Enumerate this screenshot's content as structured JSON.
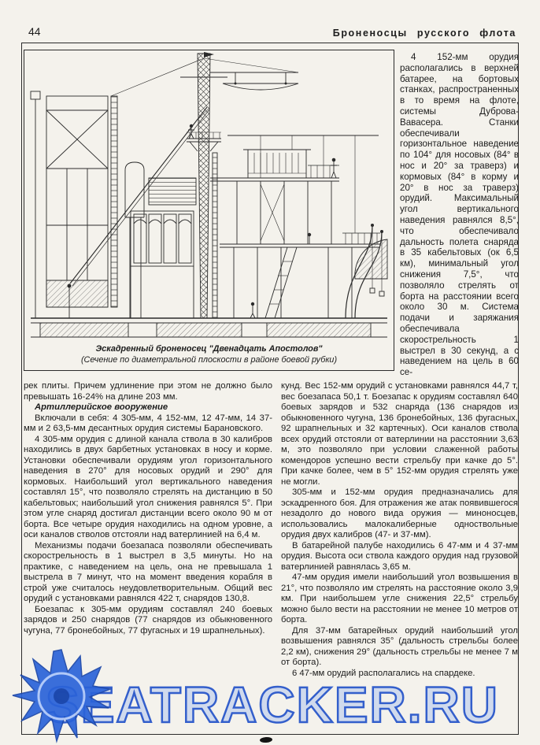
{
  "page": {
    "number": "44",
    "header": "Броненосцы русского флота"
  },
  "figure": {
    "caption1": "Эскадренный броненосец \"Двенадцать Апостолов\"",
    "caption2": "(Сечение по диаметральной плоскости в районе боевой рубки)"
  },
  "sidebar": {
    "p1": "4 152-мм орудия располагались в верхней батарее, на бортовых станках, распространенных в то время на флоте, системы Дуброва-Вавасера. Станки обеспечивали горизонтальное наведение по 104° для носовых (84° в нос и 20° за траверз) и кормовых (84° в корму и 20° в нос за траверз) орудий. Максимальный угол вертикального наведения равнялся 8,5°, что обеспечивало дальность полета снаряда в 35 кабельтовых (ок 6,5 км), минимальный угол снижения 7,5°, что позволяло стрелять от борта на расстоянии всего около 30 м. Система подачи и заряжания обеспечивала скорострельность 1 выстрел в 30 секунд, а с наведением на цель в 60 се-"
  },
  "left": {
    "p1": "рек плиты. Причем удлинение при этом не должно было превышать 16-24% на длине 203 мм.",
    "heading": "Артиллерийское вооружение",
    "p2": "Включали в себя: 4 305-мм, 4 152-мм, 12 47-мм, 14 37-мм и 2 63,5-мм десантных орудия системы Барановского.",
    "p3": "4 305-мм орудия с длиной канала ствола в 30 калибров находились в двух барбетных установках в носу и корме. Установки обеспечивали орудиям угол горизонтального наведения в 270° для носовых орудий и 290° для кормовых. Наибольший угол вертикального наведения составлял 15°, что позволяло стрелять на дистанцию в 50 кабельтовых; наибольший угол снижения равнялся 5°. При этом угле снаряд достигал дистанции всего около 90 м от борта. Все четыре орудия находились на одном уровне, а оси каналов стволов отстояли над ватерлинией на 6,4 м.",
    "p4": "Механизмы подачи боезапаса позволяли обеспечивать скорострельность в 1 выстрел в 3,5 минуты. Но на практике, с наведением на цель, она не превышала 1 выстрела в 7 минут, что на момент введения корабля в строй уже считалось неудовлетворительным. Общий вес орудий с установками равнялся 422 т, снарядов 130,8.",
    "p5": "Боезапас к 305-мм орудиям составлял 240 боевых зарядов и 250 снарядов (77 снарядов из обыкновенного чугуна, 77 бронебойных, 77 фугасных и 19 шрапнельных)."
  },
  "right": {
    "p1": "кунд. Вес 152-мм орудий с установками равнялся 44,7 т, вес боезапаса 50,1 т. Боезапас к орудиям составлял 640 боевых зарядов и 532 снаряда (136 снарядов из обыкновенного чугуна, 136 бронебойных, 136 фугасных, 92 шрапнельных и 32 картечных). Оси каналов ствола всех орудий отстояли от ватерлинии на расстоянии 3,63 м, это позволяло при условии слаженной работы комендоров успешно вести стрельбу при качке до 5°. При качке более, чем в 5° 152-мм орудия стрелять уже не могли.",
    "p2": "305-мм и 152-мм орудия предназначались для эскадренного боя. Для отражения же атак появившегося незадолго до нового вида оружия — миноносцев, использовались малокалиберные одноствольные орудия двух калибров (47- и 37-мм).",
    "p3": "В батарейной палубе находились 6 47-мм и 4 37-мм орудия. Высота оси ствола каждого орудия над грузовой ватерлинией равнялась 3,65 м.",
    "p4": "47-мм орудия имели наибольший угол возвышения в 21°, что позволяло им стрелять на расстояние около 3,9 км. При наибольшем угле снижения 22,5° стрельбу можно было вести на расстоянии не менее 10 метров от борта.",
    "p5": "Для 37-мм батарейных орудий наибольший угол возвышения равнялся 35° (дальность стрельбы более 2,2 км), снижения 29° (дальность стрельбы не менее 7 м от борта).",
    "p6": "6 47-мм орудий располагались на спардеке."
  },
  "watermark": {
    "text": "SEATRACKER.RU",
    "color": "#2050c8"
  }
}
